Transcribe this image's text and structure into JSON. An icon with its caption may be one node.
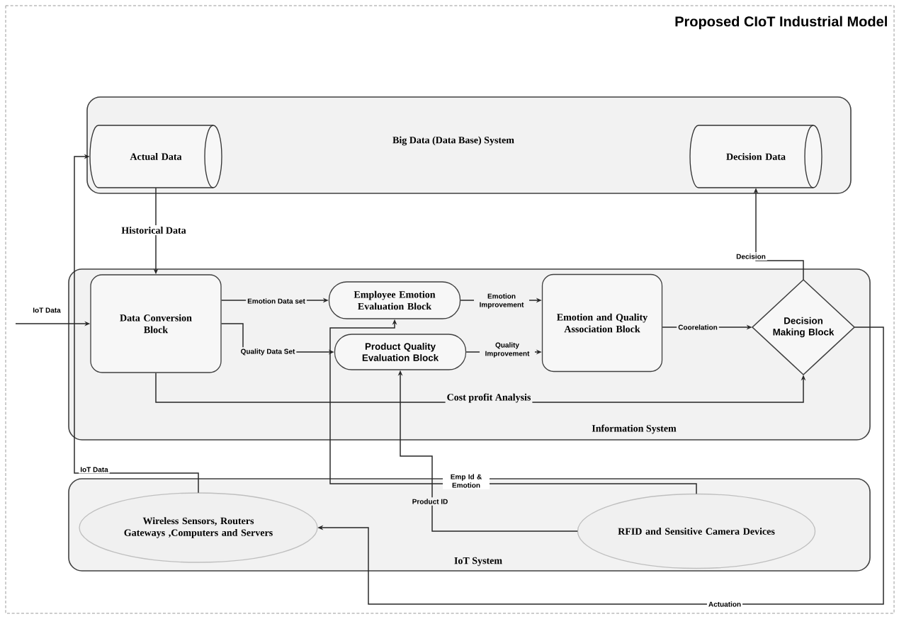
{
  "diagram": {
    "title": "Proposed CIoT Industrial Model",
    "nodes": [
      {
        "text": [
          "Big Data (Data Base) System"
        ]
      },
      {
        "text": [
          "Actual Data"
        ],
        "in": 0
      },
      {
        "text": [
          "Decision Data"
        ],
        "in": 0
      },
      {
        "text": [
          "Information System"
        ]
      },
      {
        "text": [
          "Data Conversion Block"
        ],
        "in": 3
      },
      {
        "text": [
          "Employee Emotion Evaluation Block"
        ],
        "in": 3
      },
      {
        "text": [
          "Product Quality Evaluation Block"
        ],
        "in": 3
      },
      {
        "text": [
          "Emotion and Quality Association Block"
        ],
        "in": 3
      },
      {
        "text": [
          "Decision Making Block"
        ],
        "in": 3
      },
      {
        "text": [
          "IoT System"
        ]
      },
      {
        "text": [
          "Wireless Sensors, Routers Gateways ,Computers and Servers"
        ],
        "in": 9
      },
      {
        "text": [
          "RFID and Sensitive Camera Devices"
        ],
        "in": 9
      }
    ],
    "edges": [
      {
        "from": 1,
        "to": 4,
        "arrow": "to",
        "label": "Historical Data"
      },
      {
        "from": null,
        "to": 4,
        "arrow": "to",
        "label": "IoT Data"
      },
      {
        "from": 4,
        "to": 5,
        "arrow": "to",
        "label": "Emotion Data set"
      },
      {
        "from": 4,
        "to": 6,
        "arrow": "to",
        "label": "Quality Data Set"
      },
      {
        "from": 5,
        "to": 7,
        "arrow": "to",
        "label": "Emotion Improvement"
      },
      {
        "from": 6,
        "to": 7,
        "arrow": "to",
        "label": "Quality Improvement"
      },
      {
        "from": 7,
        "to": 8,
        "arrow": "to",
        "label": "Coorelation"
      },
      {
        "from": 8,
        "to": 2,
        "arrow": "to",
        "label": "Decision"
      },
      {
        "from": 4,
        "to": 8,
        "arrow": "to",
        "label": "Cost profit Analysis"
      },
      {
        "from": 10,
        "to": 1,
        "arrow": "to",
        "label": "IoT Data"
      },
      {
        "from": 11,
        "to": 5,
        "arrow": "to",
        "label": "Emp Id & Emotion"
      },
      {
        "from": 11,
        "to": 6,
        "arrow": "to",
        "label": "Product ID"
      },
      {
        "from": 8,
        "to": 10,
        "arrow": "to",
        "label": "Actuation"
      }
    ]
  }
}
